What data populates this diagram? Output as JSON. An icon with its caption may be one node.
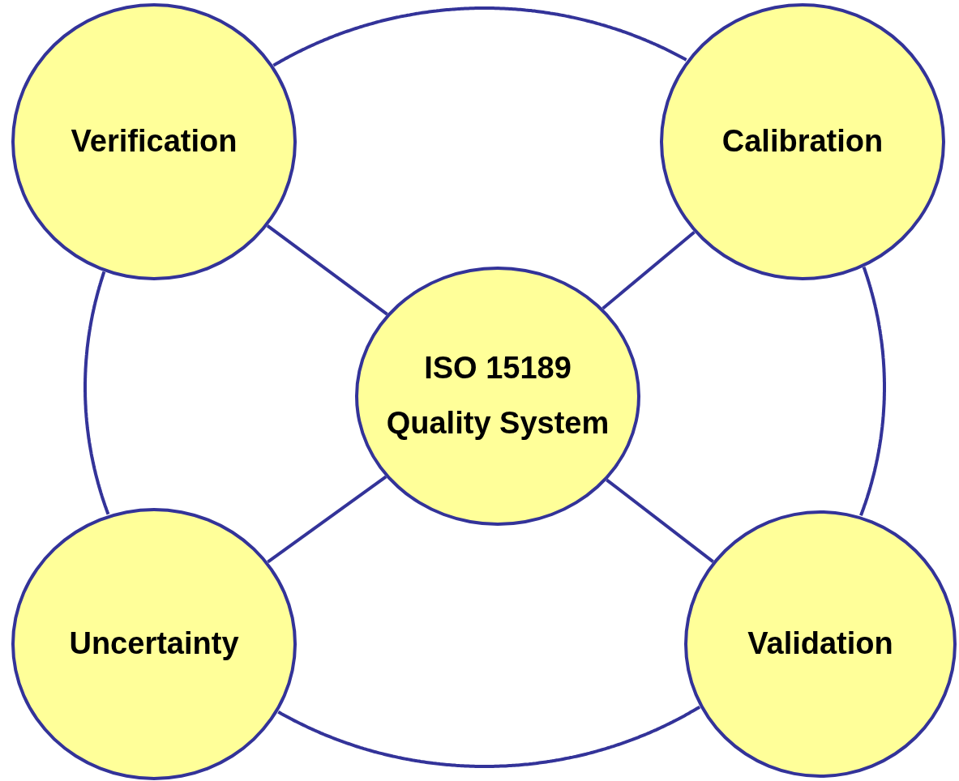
{
  "diagram": {
    "nodes": [
      {
        "text": [
          "Verification"
        ]
      },
      {
        "text": [
          "Calibration"
        ]
      },
      {
        "text": [
          "ISO 15189",
          "Quality System"
        ]
      },
      {
        "text": [
          "Uncertainty"
        ]
      },
      {
        "text": [
          "Validation"
        ]
      }
    ],
    "edges": [
      {
        "from": 0,
        "to": 2,
        "arrow": "none"
      },
      {
        "from": 1,
        "to": 2,
        "arrow": "none"
      },
      {
        "from": 2,
        "to": 3,
        "arrow": "none"
      },
      {
        "from": 2,
        "to": 4,
        "arrow": "none"
      },
      {
        "from": 0,
        "to": 1,
        "arrow": "none"
      },
      {
        "from": 1,
        "to": 4,
        "arrow": "none"
      },
      {
        "from": 4,
        "to": 3,
        "arrow": "none"
      },
      {
        "from": 3,
        "to": 0,
        "arrow": "none"
      }
    ]
  }
}
